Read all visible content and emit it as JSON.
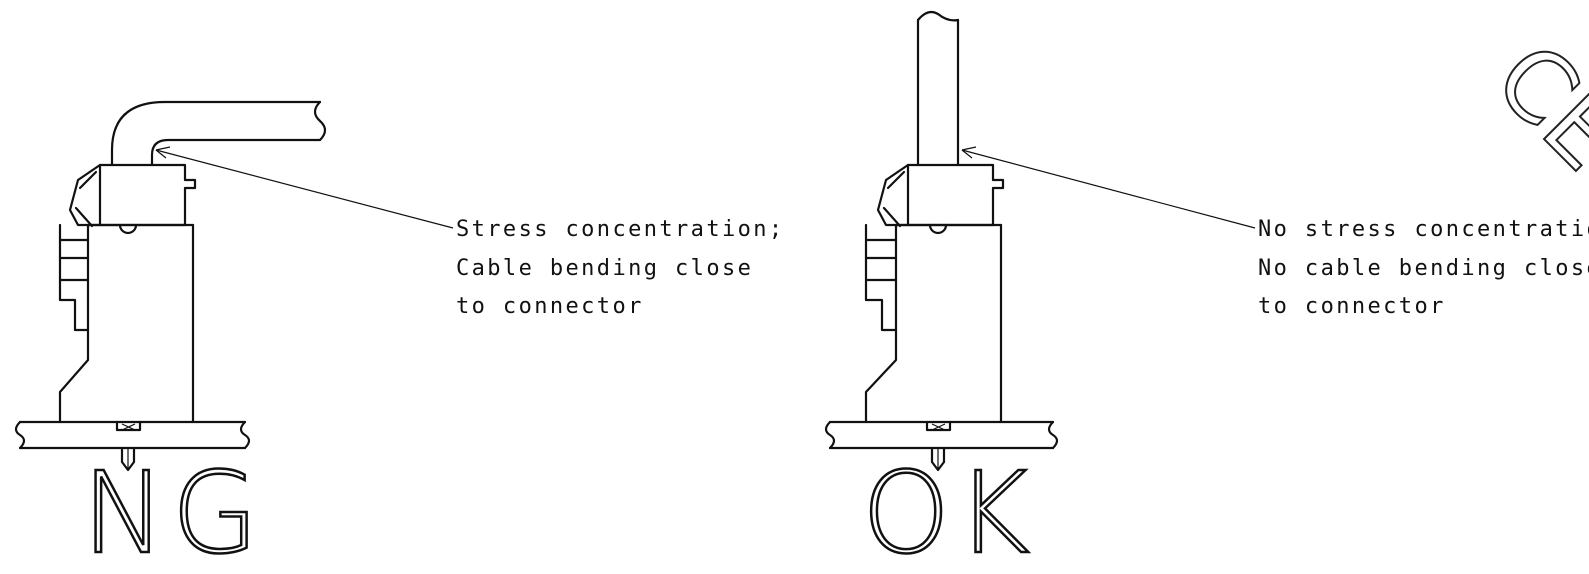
{
  "panels": [
    {
      "id": "ng",
      "verdict": "NG",
      "note_lines": [
        "Stress concentration;",
        "Cable bending close",
        "to connector"
      ],
      "cable": "bent"
    },
    {
      "id": "ok",
      "verdict": "OK",
      "note_lines": [
        "No stress concentration;",
        "No cable bending close",
        "to connector"
      ],
      "cable": "straight"
    }
  ],
  "watermark": "CE",
  "colors": {
    "line": "#111111",
    "background": "#ffffff"
  }
}
